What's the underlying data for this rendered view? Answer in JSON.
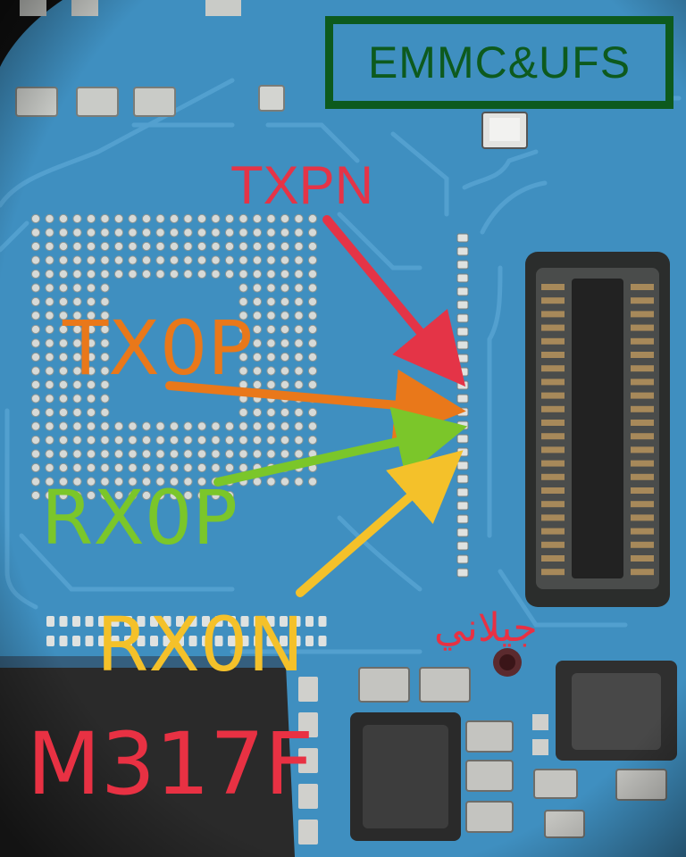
{
  "photo": {
    "title": "EMMC&UFS",
    "model": "M317F",
    "author": "جيلاني",
    "labels": [
      {
        "id": "txpn",
        "text": "TXPN",
        "color": "#e43447"
      },
      {
        "id": "tx0p",
        "text": "TX0P",
        "color": "#e9781a"
      },
      {
        "id": "rx0p",
        "text": "RX0P",
        "color": "#7bc62a"
      },
      {
        "id": "rx0n",
        "text": "RX0N",
        "color": "#f4c12a"
      }
    ],
    "colors": {
      "board": "#3f8fc0",
      "title_border": "#0d5a1e",
      "model_text": "#e83143"
    }
  }
}
